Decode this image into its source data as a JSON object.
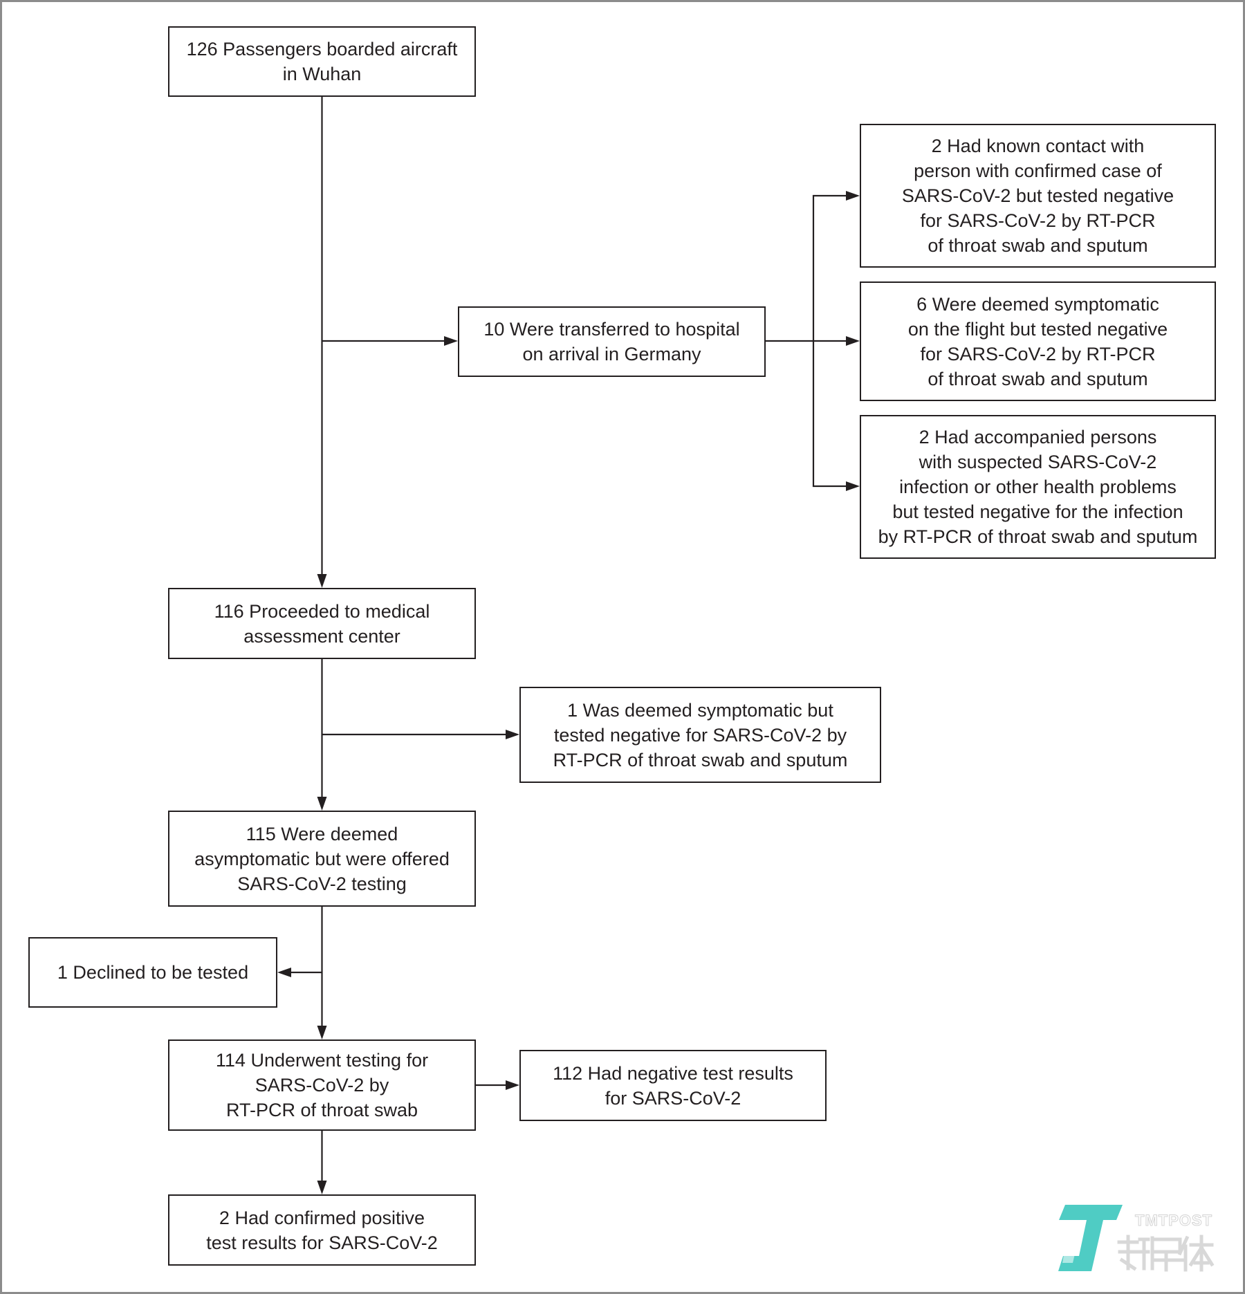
{
  "boxes": {
    "passengers_boarded": "126 Passengers boarded aircraft\nin Wuhan",
    "transferred_hospital": "10 Were transferred to hospital\non arrival in Germany",
    "known_contact": "2 Had known contact with\nperson with confirmed case of\nSARS-CoV-2 but tested negative\nfor SARS-CoV-2 by RT-PCR\nof throat swab and sputum",
    "symptomatic_flight": "6 Were deemed symptomatic\non the flight but tested negative\nfor SARS-CoV-2 by RT-PCR\nof throat swab and sputum",
    "accompanied_persons": "2 Had accompanied persons\nwith suspected SARS-CoV-2\ninfection or other health problems\nbut tested negative for the infection\nby RT-PCR of throat swab and sputum",
    "medical_assessment": "116 Proceeded to medical\nassessment center",
    "symptomatic_center": "1 Was deemed symptomatic but\ntested negative for SARS-CoV-2 by\nRT-PCR of throat swab and sputum",
    "asymptomatic_offered": "115 Were deemed\nasymptomatic but were offered\nSARS-CoV-2 testing",
    "declined": "1 Declined to be tested",
    "underwent_testing": "114 Underwent testing for\nSARS-CoV-2 by\nRT-PCR of throat swab",
    "negative_results": "112 Had negative test results\nfor SARS-CoV-2",
    "positive_results": "2 Had confirmed positive\ntest results for SARS-CoV-2"
  },
  "watermark": {
    "latin": "TMTPOST",
    "chinese": "钛媒体",
    "logo_icon": "tmtpost-logo-icon",
    "color": "#3cc7be"
  },
  "colors": {
    "line": "#231f20",
    "frame": "#8c8c8c",
    "background": "#ffffff"
  }
}
